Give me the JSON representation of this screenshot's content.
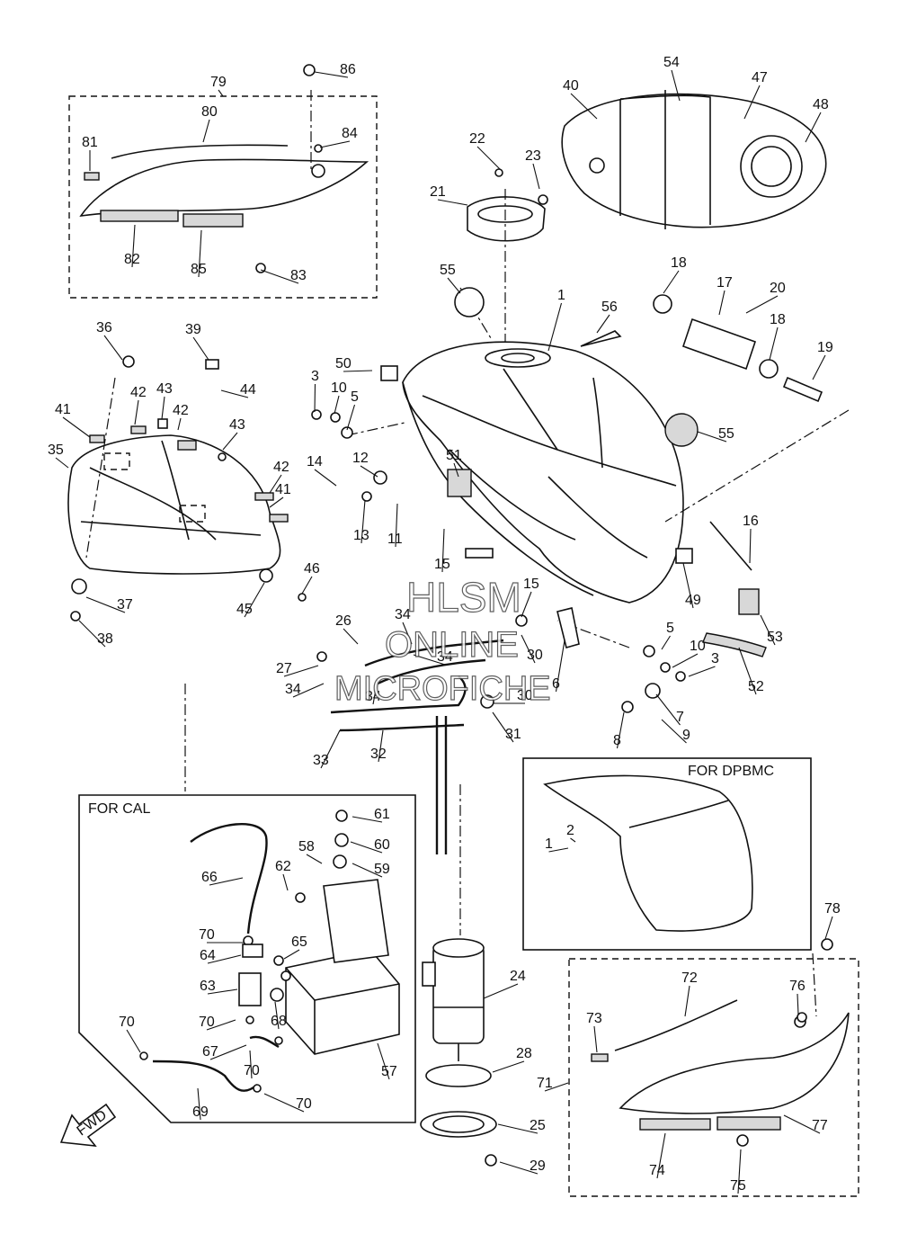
{
  "box_labels": {
    "for_cal": "FOR CAL",
    "for_dpbmc": "FOR DPBMC"
  },
  "fwd_label": "FWD",
  "watermark": [
    "HLSM",
    "ONLINE",
    "MICROFICHE"
  ],
  "callouts": [
    "1",
    "1",
    "2",
    "3",
    "3",
    "5",
    "5",
    "6",
    "7",
    "8",
    "9",
    "10",
    "10",
    "11",
    "12",
    "13",
    "14",
    "15",
    "15",
    "16",
    "17",
    "18",
    "18",
    "19",
    "20",
    "21",
    "22",
    "23",
    "24",
    "25",
    "26",
    "27",
    "28",
    "29",
    "30",
    "30",
    "31",
    "32",
    "33",
    "34",
    "34",
    "34",
    "34",
    "35",
    "36",
    "37",
    "38",
    "39",
    "40",
    "41",
    "41",
    "42",
    "42",
    "42",
    "43",
    "43",
    "44",
    "45",
    "46",
    "47",
    "48",
    "49",
    "50",
    "51",
    "52",
    "53",
    "54",
    "55",
    "55",
    "56",
    "57",
    "58",
    "59",
    "60",
    "61",
    "62",
    "63",
    "64",
    "65",
    "66",
    "67",
    "68",
    "69",
    "70",
    "70",
    "70",
    "70",
    "70",
    "71",
    "72",
    "73",
    "74",
    "75",
    "76",
    "77",
    "78",
    "79",
    "80",
    "81",
    "82",
    "83",
    "84",
    "85",
    "86"
  ]
}
